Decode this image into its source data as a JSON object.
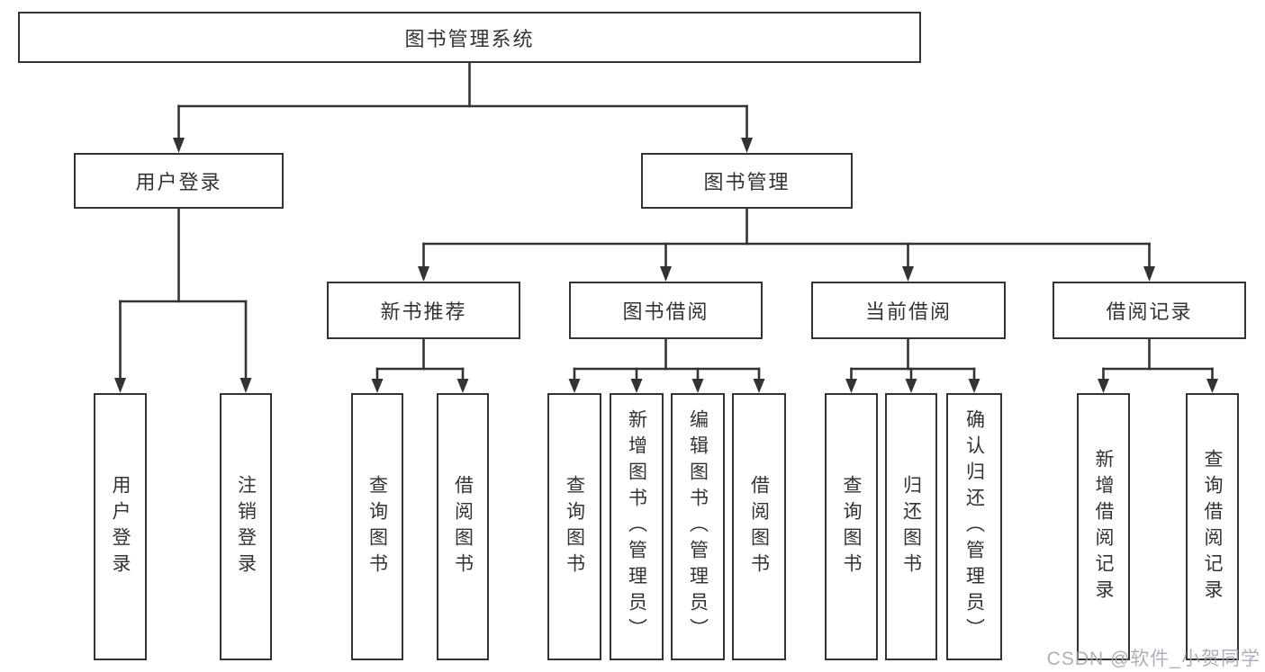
{
  "diagram": {
    "title_node": {
      "label": "图书管理系统"
    },
    "level2": [
      {
        "label": "用户登录"
      },
      {
        "label": "图书管理"
      }
    ],
    "level3": [
      {
        "label": "新书推荐"
      },
      {
        "label": "图书借阅"
      },
      {
        "label": "当前借阅"
      },
      {
        "label": "借阅记录"
      }
    ],
    "level4": [
      {
        "label": "用户登录"
      },
      {
        "label": "注销登录"
      },
      {
        "label": "查询图书"
      },
      {
        "label": "借阅图书"
      },
      {
        "label": "查询图书"
      },
      {
        "label": "新增图书（管理员）"
      },
      {
        "label": "编辑图书（管理员）"
      },
      {
        "label": "借阅图书"
      },
      {
        "label": "查询图书"
      },
      {
        "label": "归还图书"
      },
      {
        "label": "确认归还（管理员）"
      },
      {
        "label": "新增借阅记录"
      },
      {
        "label": "查询借阅记录"
      }
    ],
    "watermark": {
      "text": "CSDN @软件_小贺同学"
    },
    "colors": {
      "line": "#333333",
      "box_border": "#333333",
      "text": "#333333",
      "background": "#ffffff",
      "watermark": "#9ca2ad"
    }
  }
}
